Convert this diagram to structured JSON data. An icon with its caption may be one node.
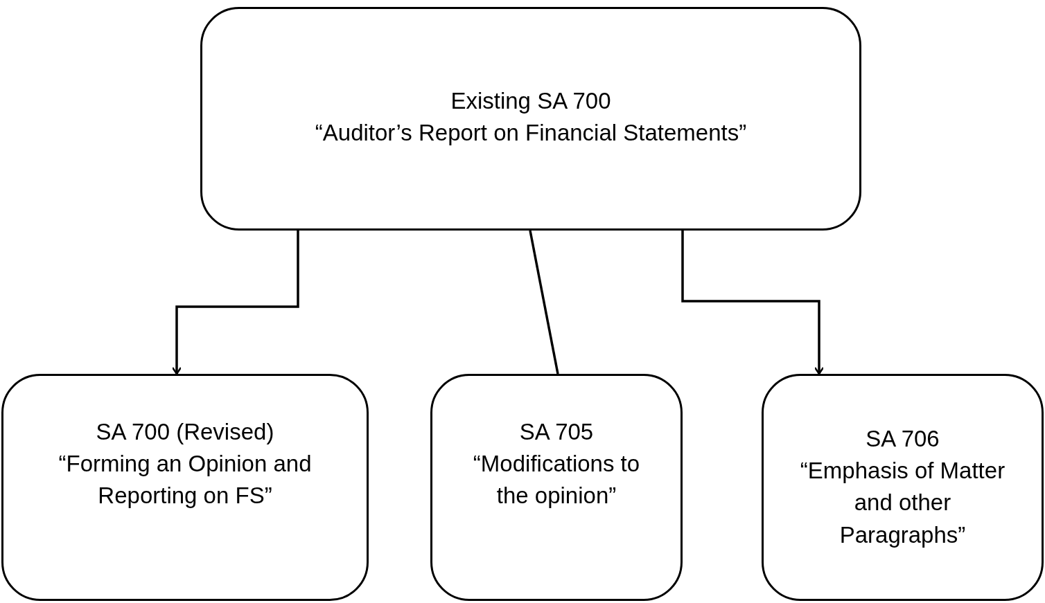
{
  "diagram": {
    "nodes": [
      {
        "text": [
          "Existing SA 700",
          "“Auditor’s Report on Financial Statements”"
        ]
      },
      {
        "text": [
          "SA 700 (Revised)",
          "“Forming an Opinion and Reporting on FS”"
        ]
      },
      {
        "text": [
          "SA 705",
          "“Modifications to the opinion”"
        ]
      },
      {
        "text": [
          "SA 706",
          "“Emphasis of Matter and other Paragraphs”"
        ]
      }
    ],
    "edges": [
      {
        "from": 0,
        "to": 1,
        "arrow": "to"
      },
      {
        "from": 0,
        "to": 2,
        "arrow": "none"
      },
      {
        "from": 0,
        "to": 3,
        "arrow": "to"
      }
    ]
  }
}
